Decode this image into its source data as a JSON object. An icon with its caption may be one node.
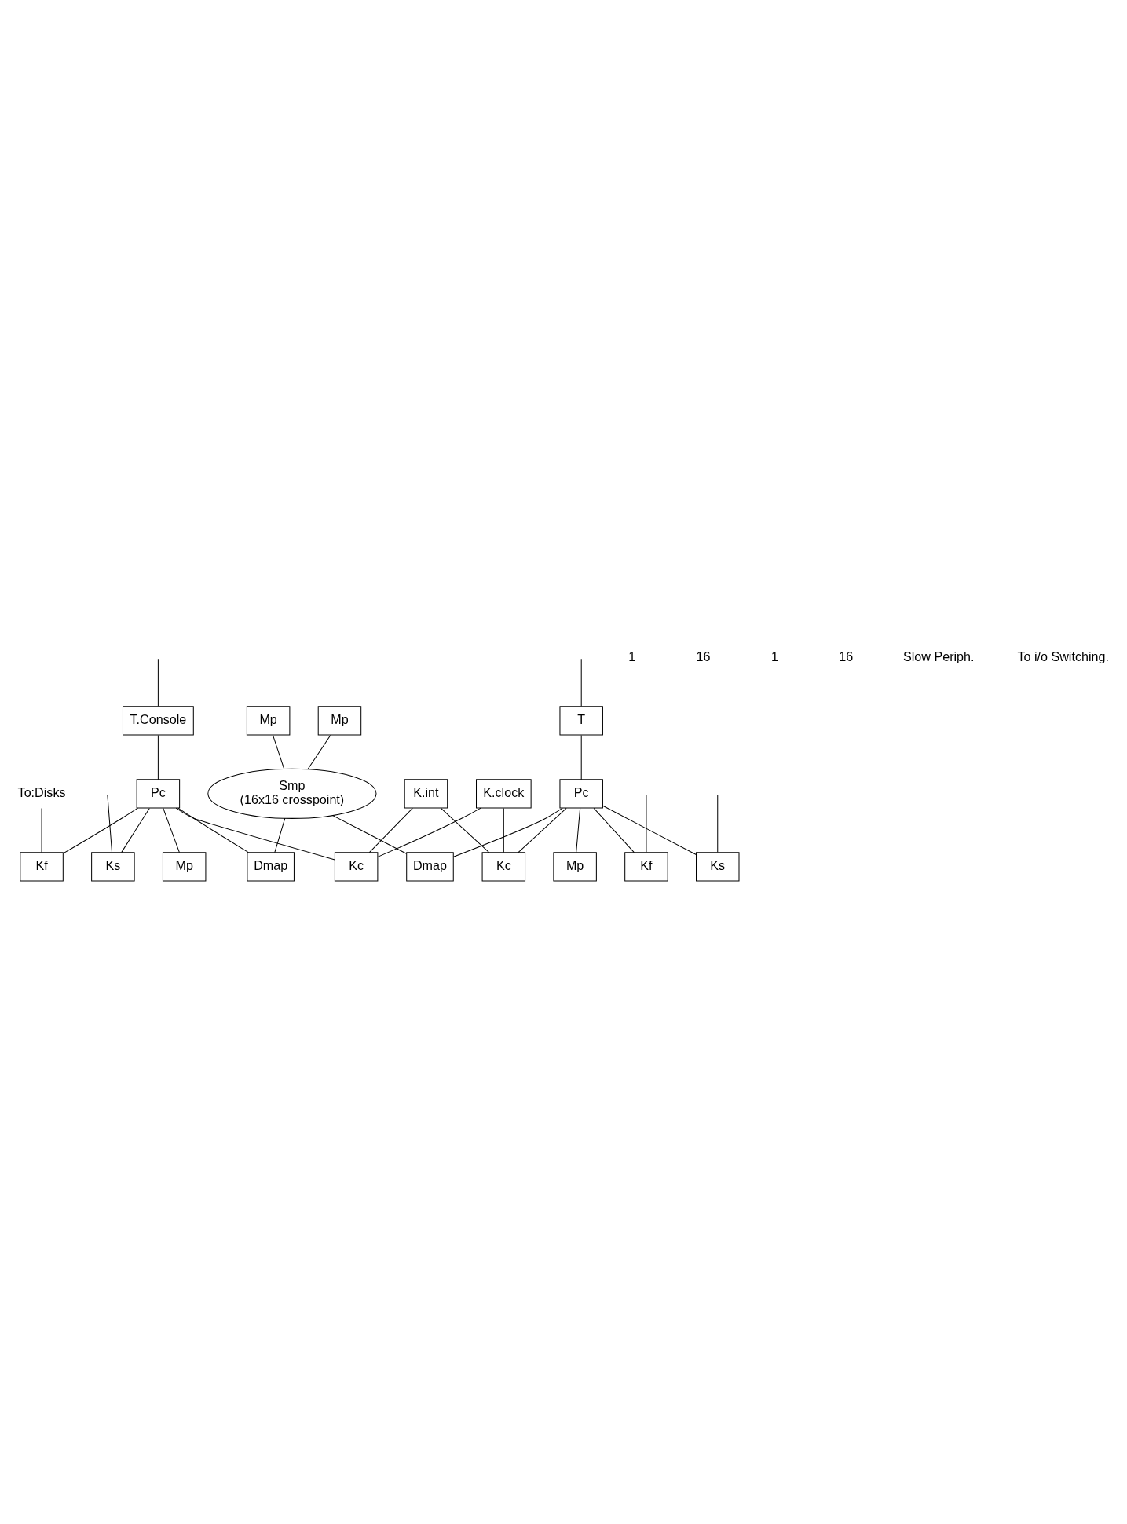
{
  "diagram": {
    "nodes": [
      {
        "text": [
          "Smp",
          "(16x16 crosspoint)"
        ]
      },
      {
        "text": [
          "Mp"
        ]
      },
      {
        "text": [
          "Mp"
        ]
      },
      {
        "text": [
          "T.Console"
        ]
      },
      {
        "text": [
          "Pc"
        ]
      },
      {
        "text": [
          "Dmap"
        ]
      },
      {
        "text": [
          "Mp"
        ]
      },
      {
        "text": [
          "Kf"
        ]
      },
      {
        "text": [
          "To:Disks"
        ]
      },
      {
        "text": [
          "Ks"
        ]
      },
      {
        "text": [
          "K.clock"
        ]
      },
      {
        "text": [
          "Kc"
        ]
      },
      {
        "text": [
          "K.int"
        ]
      },
      {
        "text": [
          "T"
        ]
      },
      {
        "text": [
          "Pc"
        ]
      },
      {
        "text": [
          "Dmap"
        ]
      },
      {
        "text": [
          "Mp"
        ]
      },
      {
        "text": [
          "Kf"
        ]
      },
      {
        "text": [
          "Ks"
        ]
      },
      {
        "text": [
          "Kc"
        ]
      }
    ],
    "edges": [
      {
        "from": 1,
        "to": 0,
        "arrow": "none"
      },
      {
        "from": 2,
        "to": 0,
        "arrow": "none"
      },
      {
        "from": 0,
        "to": 5,
        "arrow": "none"
      },
      {
        "from": 0,
        "to": 15,
        "arrow": "none"
      },
      {
        "from": null,
        "to": 3,
        "arrow": "none"
      },
      {
        "from": 3,
        "to": 4,
        "arrow": "none"
      },
      {
        "from": 4,
        "to": 5,
        "arrow": "none"
      },
      {
        "from": 4,
        "to": 6,
        "arrow": "none"
      },
      {
        "from": 4,
        "to": 7,
        "arrow": "none"
      },
      {
        "from": 8,
        "to": 7,
        "arrow": "none"
      },
      {
        "from": 4,
        "to": 9,
        "arrow": "none"
      },
      {
        "from": null,
        "to": 9,
        "arrow": "none"
      },
      {
        "from": 4,
        "to": 11,
        "arrow": "none"
      },
      {
        "from": 10,
        "to": 11,
        "arrow": "none"
      },
      {
        "from": 10,
        "to": 19,
        "arrow": "none"
      },
      {
        "from": 12,
        "to": 11,
        "arrow": "none"
      },
      {
        "from": 12,
        "to": 19,
        "arrow": "none"
      },
      {
        "from": null,
        "to": 13,
        "arrow": "none"
      },
      {
        "from": 13,
        "to": 14,
        "arrow": "none"
      },
      {
        "from": 14,
        "to": 15,
        "arrow": "none"
      },
      {
        "from": 14,
        "to": 16,
        "arrow": "none"
      },
      {
        "from": 14,
        "to": 17,
        "arrow": "none"
      },
      {
        "from": null,
        "to": 17,
        "arrow": "none"
      },
      {
        "from": 14,
        "to": 18,
        "arrow": "none"
      },
      {
        "from": null,
        "to": 18,
        "arrow": "none"
      },
      {
        "from": 14,
        "to": 19,
        "arrow": "none"
      }
    ],
    "labels": [
      "1",
      "16",
      "1",
      "16",
      "Slow Periph.",
      "To i/o Switching."
    ]
  }
}
